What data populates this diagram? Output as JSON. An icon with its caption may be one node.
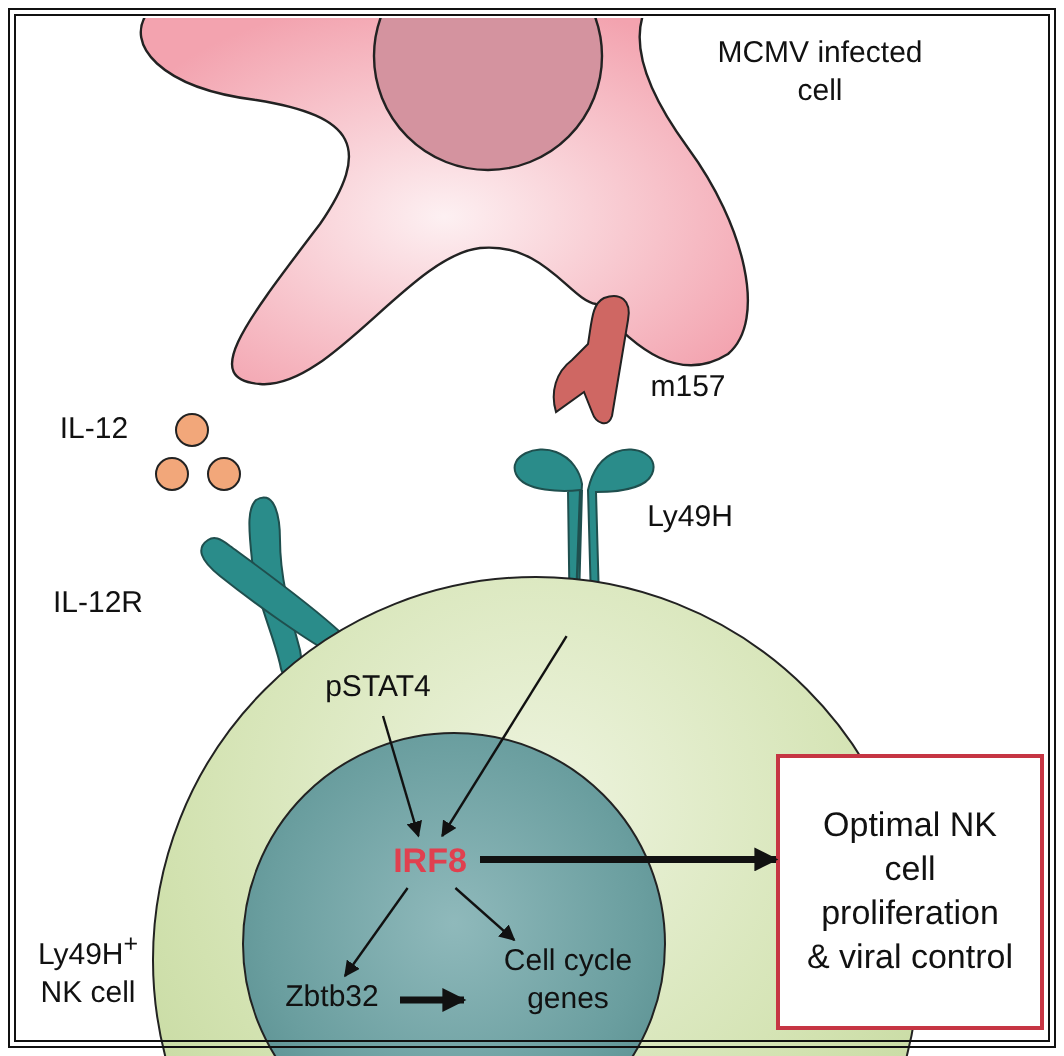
{
  "diagram": {
    "nodes": [
      {
        "text": [
          "MCMV infected cell"
        ]
      },
      {
        "text": [
          "m157"
        ]
      },
      {
        "text": [
          "IL-12"
        ]
      },
      {
        "text": [
          "IL-12R"
        ]
      },
      {
        "text": [
          "Ly49H"
        ]
      },
      {
        "text": [
          "Ly49H$^{+}$ NK cell"
        ]
      },
      {
        "text": [],
        "shape": "circle",
        "in": 5
      },
      {
        "text": [
          "pSTAT4"
        ],
        "in": 5
      },
      {
        "text": [
          "IRF8"
        ],
        "in": 6
      },
      {
        "text": [
          "Zbtb32"
        ],
        "in": 6
      },
      {
        "text": [
          "Cell cycle genes"
        ],
        "in": 6
      },
      {
        "text": [
          "Optimal NK cell proliferation & viral control"
        ]
      }
    ],
    "edges": [
      {
        "from": 7,
        "to": 8,
        "arrow": "to"
      },
      {
        "from": 4,
        "to": 8,
        "arrow": "to"
      },
      {
        "from": 8,
        "to": 9,
        "arrow": "to"
      },
      {
        "from": 8,
        "to": 10,
        "arrow": "to"
      },
      {
        "from": 9,
        "to": 10,
        "arrow": "to",
        "style": "thick"
      },
      {
        "from": 8,
        "to": 11,
        "arrow": "to",
        "style": "thick"
      }
    ]
  }
}
